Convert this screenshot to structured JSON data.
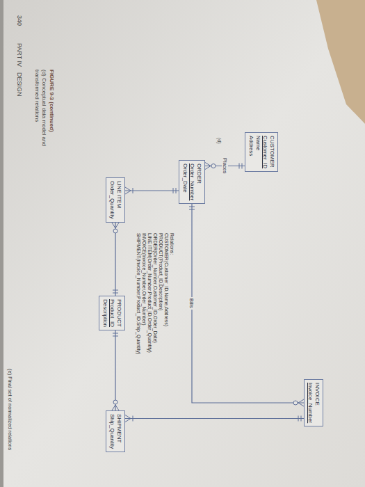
{
  "diagram": {
    "caption": "FIGURE 9-3 (continued)",
    "nodes": [
      {
        "text": [
          "CUSTOMER",
          "Customer_ID",
          "Name",
          "Address"
        ]
      },
      {
        "text": [
          "ORDER",
          "Order_Number",
          "Order_Date"
        ]
      },
      {
        "text": [
          "INVOICE",
          "Invoice_Number"
        ]
      },
      {
        "text": [
          "LINE ITEM",
          "Order_Quantity"
        ]
      },
      {
        "text": [
          "PRODUCT",
          "Product_ID",
          "Description"
        ]
      },
      {
        "text": [
          "SHIPMENT",
          "Ship_Quantity"
        ]
      }
    ],
    "edges": [
      {
        "from": 0,
        "to": 1,
        "label": "Places",
        "arrow": "none"
      },
      {
        "from": 1,
        "to": 2,
        "label": "Bills",
        "arrow": "none"
      },
      {
        "from": 1,
        "to": 3,
        "arrow": "none"
      },
      {
        "from": 3,
        "to": 4,
        "arrow": "none"
      },
      {
        "from": 4,
        "to": 5,
        "arrow": "none"
      },
      {
        "from": 2,
        "to": 5,
        "arrow": "none"
      }
    ],
    "labels": [
      "340",
      "PART IV",
      "DESIGN",
      "(d) Conceptual data model and",
      "transformed relations",
      "(d)",
      "Relations:",
      "CUSTOMER(Customer_ID,Name,Address)",
      "PRODUCT(Product_ID,Description)",
      "ORDER(Order_Number,Customer_ID,Order_Date)",
      "LINE ITEM(Order_Number,Product_ID,Order_Quantity)",
      "INVOICE(Invoice_Number,Order_Number)",
      "SHIPMENT(Invoice_Number,Product_ID,Ship_Quantity)",
      "(e) Final set of normalized relations"
    ]
  }
}
